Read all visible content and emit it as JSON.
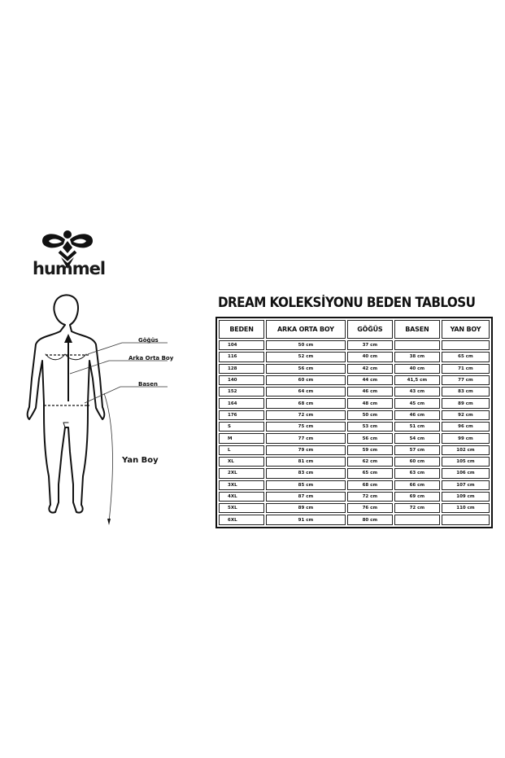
{
  "brand": {
    "name": "hummel"
  },
  "figure": {
    "labels": {
      "chest": "Göğüs",
      "back_length": "Arka Orta Boy",
      "hip": "Basen",
      "side_length": "Yan Boy"
    }
  },
  "table": {
    "title": "DREAM KOLEKSİYONU BEDEN TABLOSU",
    "headers": [
      "BEDEN",
      "ARKA ORTA BOY",
      "GÖĞÜS",
      "BASEN",
      "YAN BOY"
    ],
    "rows": [
      [
        "104",
        "50 cm",
        "37 cm",
        "",
        ""
      ],
      [
        "116",
        "52 cm",
        "40 cm",
        "38 cm",
        "65 cm"
      ],
      [
        "128",
        "56 cm",
        "42 cm",
        "40 cm",
        "71 cm"
      ],
      [
        "140",
        "60 cm",
        "44 cm",
        "41,5 cm",
        "77 cm"
      ],
      [
        "152",
        "64 cm",
        "46 cm",
        "43 cm",
        "83 cm"
      ],
      [
        "164",
        "68 cm",
        "48 cm",
        "45 cm",
        "89 cm"
      ],
      [
        "176",
        "72 cm",
        "50 cm",
        "46 cm",
        "92 cm"
      ],
      [
        "S",
        "75 cm",
        "53 cm",
        "51 cm",
        "96 cm"
      ],
      [
        "M",
        "77 cm",
        "56 cm",
        "54 cm",
        "99 cm"
      ],
      [
        "L",
        "79 cm",
        "59 cm",
        "57 cm",
        "102 cm"
      ],
      [
        "XL",
        "81 cm",
        "62 cm",
        "60 cm",
        "105 cm"
      ],
      [
        "2XL",
        "83 cm",
        "65 cm",
        "63 cm",
        "106 cm"
      ],
      [
        "3XL",
        "85 cm",
        "68 cm",
        "66 cm",
        "107 cm"
      ],
      [
        "4XL",
        "87 cm",
        "72 cm",
        "69 cm",
        "109 cm"
      ],
      [
        "5XL",
        "89 cm",
        "76 cm",
        "72 cm",
        "110 cm"
      ],
      [
        "6XL",
        "91 cm",
        "80 cm",
        "",
        ""
      ]
    ]
  }
}
